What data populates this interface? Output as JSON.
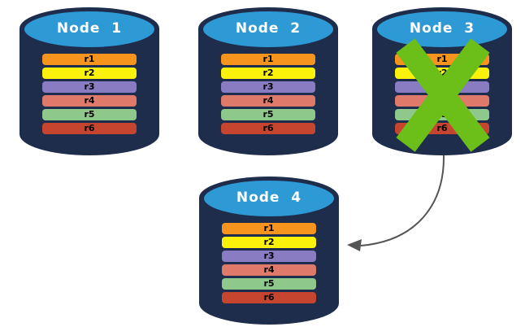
{
  "diagram": {
    "background": "#FFFFFF",
    "nodes": [
      {
        "title": "Node  1",
        "failed": false,
        "replicas": [
          "r1",
          "r2",
          "r3",
          "r4",
          "r5",
          "r6"
        ]
      },
      {
        "title": "Node  2",
        "failed": false,
        "replicas": [
          "r1",
          "r2",
          "r3",
          "r4",
          "r5",
          "r6"
        ]
      },
      {
        "title": "Node  3",
        "failed": true,
        "replicas": [
          "r1",
          "r2",
          "r3",
          "r4",
          "r5",
          "r6"
        ]
      },
      {
        "title": "Node  4",
        "failed": false,
        "replicas": [
          "r1",
          "r2",
          "r3",
          "r4",
          "r5",
          "r6"
        ]
      }
    ],
    "replica_colors": {
      "r1": "#F7941D",
      "r2": "#FAF20A",
      "r3": "#8A7CC3",
      "r4": "#DF7A6A",
      "r5": "#8FC88B",
      "r6": "#C5452F"
    },
    "colors": {
      "cylinder_body": "#1E2D4C",
      "cylinder_top": "#2E9AD5",
      "title_text": "#FFFFFF",
      "bar_text": "#000000",
      "failure_x": "#6CBE19",
      "arrow": "#555555"
    },
    "icons": {
      "failure": "x-mark",
      "transfer": "curved-arrow"
    }
  }
}
